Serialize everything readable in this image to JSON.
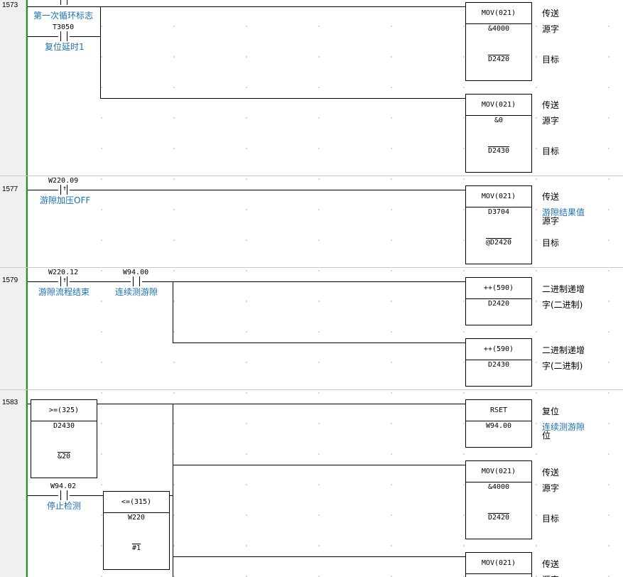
{
  "rungs": [
    {
      "number": "1573",
      "contacts": [
        {
          "address": "",
          "comment": "第一次循环标志"
        },
        {
          "address": "T3050",
          "comment": "复位延时1"
        }
      ],
      "blocks": [
        {
          "instr": "MOV(021)",
          "operand1": "&4000",
          "operand2": "D2420",
          "right": [
            "传送",
            "源字",
            "目标"
          ]
        },
        {
          "instr": "MOV(021)",
          "operand1": "&0",
          "operand2": "D2430",
          "right": [
            "传送",
            "源字",
            "目标"
          ]
        }
      ]
    },
    {
      "number": "1577",
      "contacts": [
        {
          "address": "W220.09",
          "comment": "游隙加压OFF"
        }
      ],
      "blocks": [
        {
          "instr": "MOV(021)",
          "operand1": "D3704",
          "operand2": "@D2420",
          "right": [
            "传送",
            "游隙结果值",
            "源字",
            "目标"
          ]
        }
      ]
    },
    {
      "number": "1579",
      "contacts": [
        {
          "address": "W220.12",
          "comment": "游隙流程结束"
        },
        {
          "address": "W94.00",
          "comment": "连续测游隙"
        }
      ],
      "blocks": [
        {
          "instr": "++(590)",
          "operand1": "D2420",
          "right": [
            "二进制递增",
            "字(二进制)"
          ]
        },
        {
          "instr": "++(590)",
          "operand1": "D2430",
          "right": [
            "二进制递增",
            "字(二进制)"
          ]
        }
      ]
    },
    {
      "number": "1583",
      "compare1": {
        "instr": ">=(325)",
        "operand1": "D2430",
        "operand2": "&20"
      },
      "contacts": [
        {
          "address": "W94.02",
          "comment": "停止检测"
        }
      ],
      "compare2": {
        "instr": "<=(315)",
        "operand1": "W220",
        "operand2": "#1"
      },
      "blocks": [
        {
          "instr": "RSET",
          "operand1": "W94.00",
          "right": [
            "复位",
            "连续测游隙",
            "位"
          ]
        },
        {
          "instr": "MOV(021)",
          "operand1": "&4000",
          "operand2": "D2420",
          "right": [
            "传送",
            "源字",
            "目标"
          ]
        },
        {
          "instr": "MOV(021)",
          "right": [
            "传送",
            "源字"
          ]
        }
      ]
    }
  ]
}
